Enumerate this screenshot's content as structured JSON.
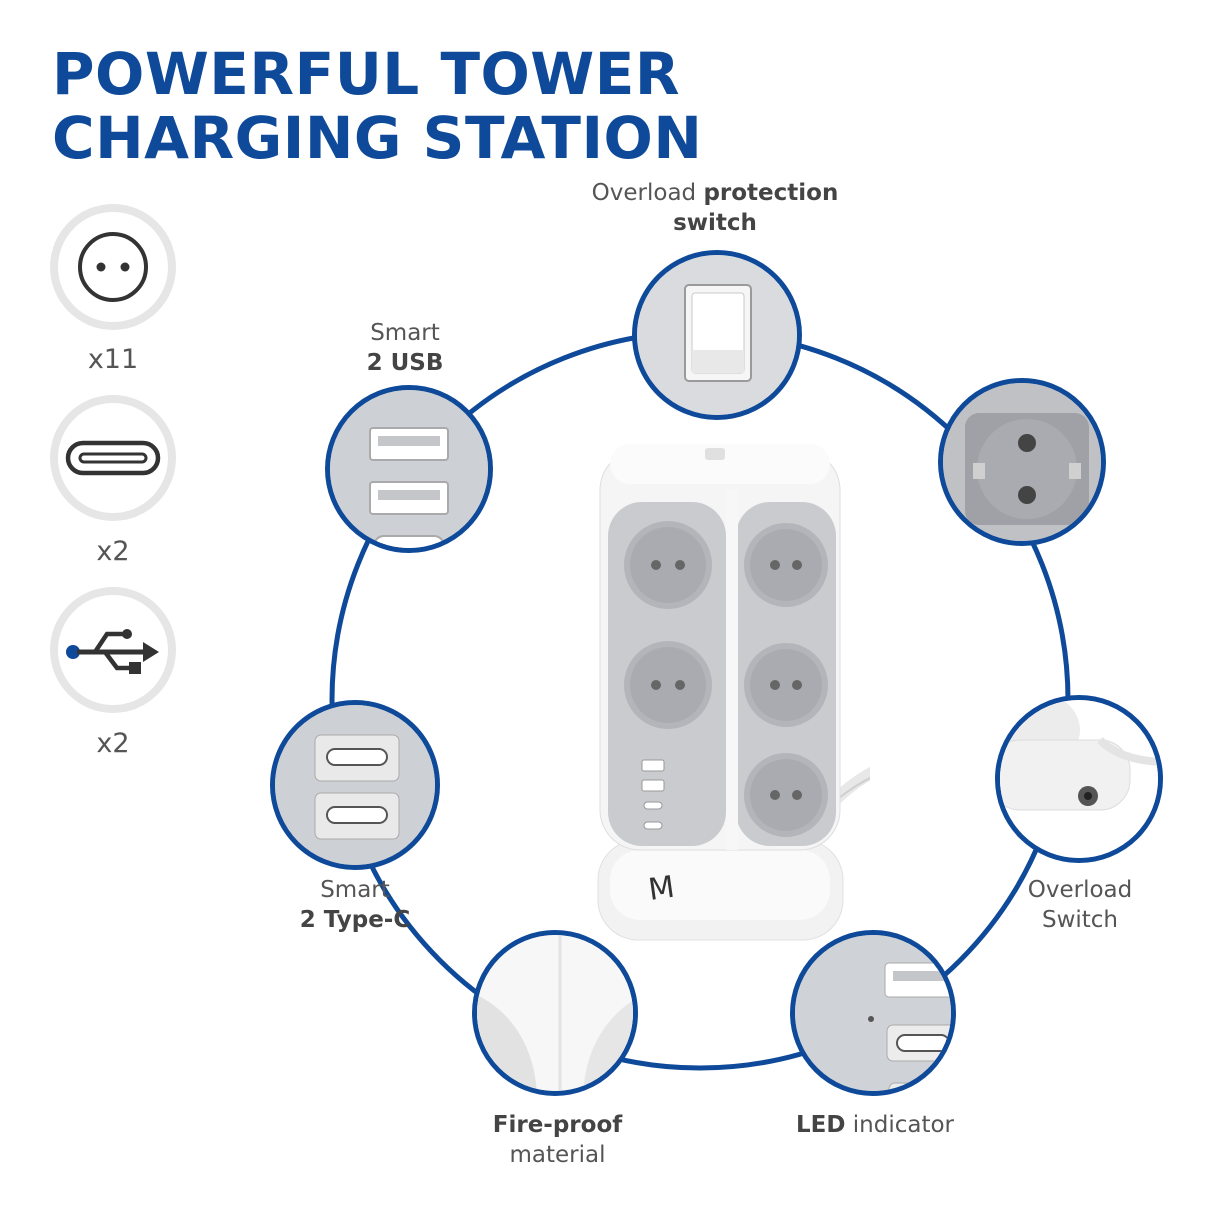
{
  "heading": {
    "line1": "POWERFUL TOWER",
    "line2": "CHARGING STATION"
  },
  "specs": [
    {
      "icon": "schuko-socket-icon",
      "count": "x11"
    },
    {
      "icon": "usb-c-icon",
      "count": "x2"
    },
    {
      "icon": "usb-icon",
      "count": "x2"
    }
  ],
  "features": {
    "overload_protection_switch": {
      "line1_a": "Overload ",
      "line1_b": "protection",
      "line2": "switch"
    },
    "smart_usb": {
      "line1": "Smart",
      "line2": "2 USB"
    },
    "smart_type_c": {
      "line1": "Smart",
      "line2": "2 Type-C"
    },
    "overload_switch": {
      "line1": "Overload",
      "line2": "Switch"
    },
    "fire_proof": {
      "line1": "Fire-proof",
      "line2": "material"
    },
    "led_indicator": {
      "line1_a": "LED",
      "line1_b": " indicator"
    }
  },
  "colors": {
    "accent": "#0e4a99",
    "spec_ring": "#e6e6e6",
    "port_gray": "#c9cbcf"
  }
}
